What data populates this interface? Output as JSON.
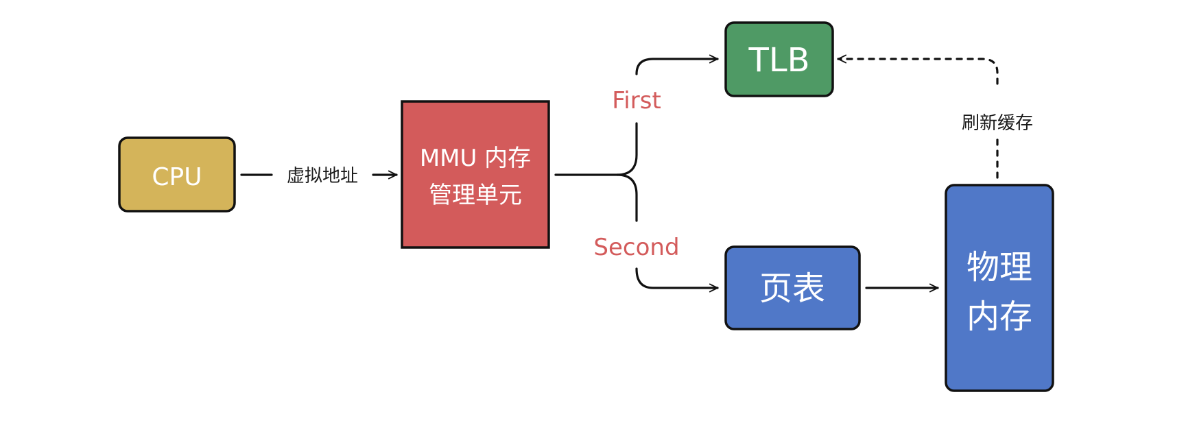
{
  "nodes": {
    "cpu": {
      "label": "CPU",
      "color": "#d4b45a"
    },
    "mmu": {
      "label_line1": "MMU 内存",
      "label_line2": "管理单元",
      "color": "#d35b5b"
    },
    "tlb": {
      "label": "TLB",
      "color": "#4f9a65"
    },
    "page_table": {
      "label": "页表",
      "color": "#5078c8"
    },
    "physical_memory": {
      "label_line1": "物理",
      "label_line2": "内存",
      "color": "#5078c8"
    }
  },
  "edges": {
    "cpu_to_mmu": {
      "label": "虚拟地址"
    },
    "first_branch": {
      "label": "First"
    },
    "second_branch": {
      "label": "Second"
    },
    "refresh_cache": {
      "label": "刷新缓存"
    }
  },
  "colors": {
    "stroke": "#111111",
    "branch_label": "#d35b5b"
  }
}
